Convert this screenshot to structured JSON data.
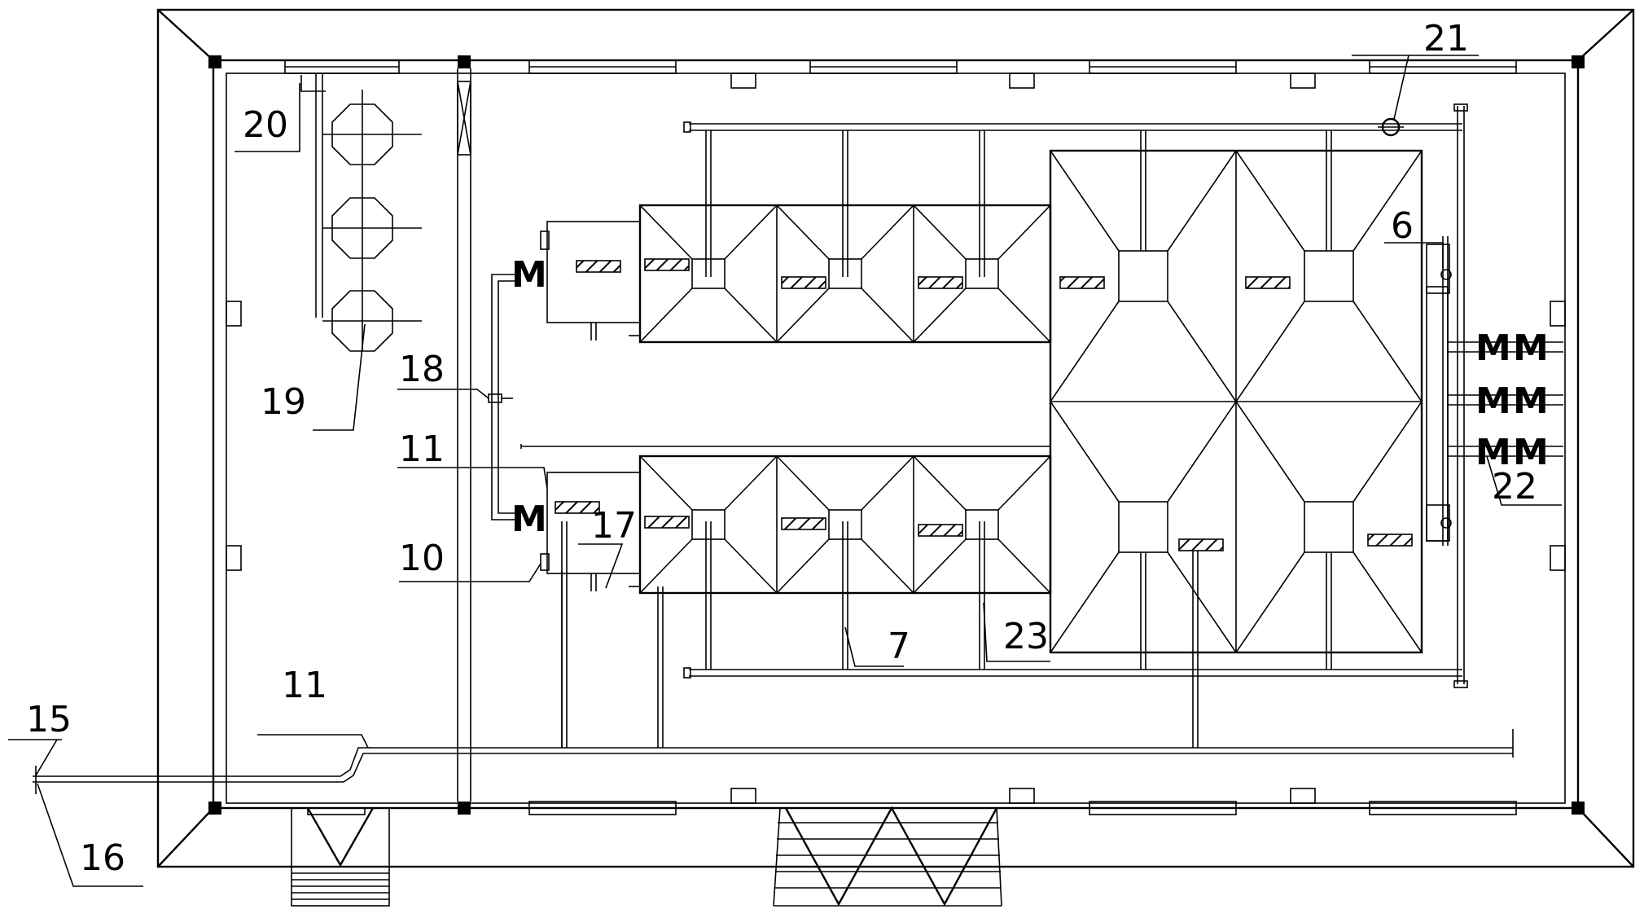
{
  "labels": {
    "l6": "6",
    "l7": "7",
    "l10": "10",
    "l11a": "11",
    "l11b": "11",
    "l15": "15",
    "l16": "16",
    "l17": "17",
    "l18": "18",
    "l19": "19",
    "l20": "20",
    "l21": "21",
    "l22": "22",
    "l23": "23"
  },
  "valve_symbol": "M"
}
